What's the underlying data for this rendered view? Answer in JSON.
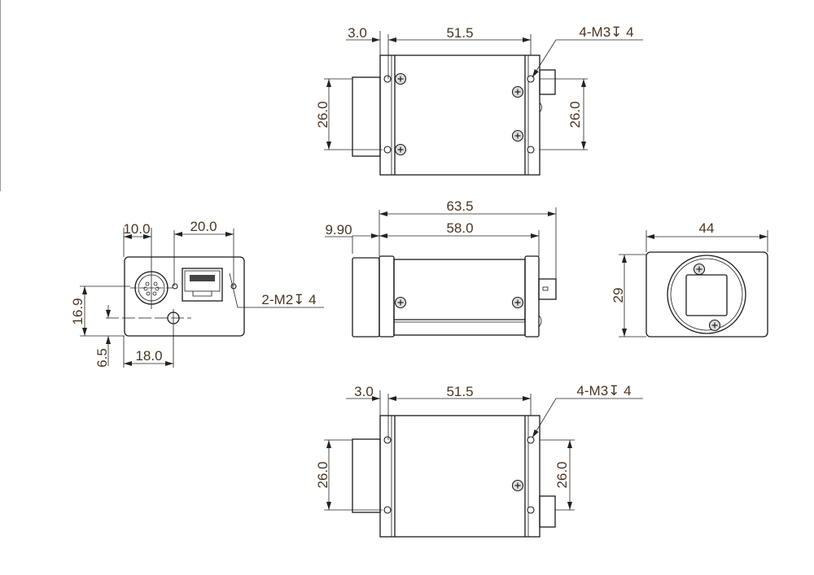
{
  "top_view": {
    "dim_flange": "3.0",
    "dim_length": "51.5",
    "dim_left_height": "26.0",
    "dim_right_height": "26.0",
    "callout": "4-M3↧ 4"
  },
  "side_view": {
    "dim_overall": "63.5",
    "dim_body": "58.0",
    "dim_lens": "9.90"
  },
  "front_view": {
    "dim_width": "44",
    "dim_height": "29"
  },
  "back_view": {
    "dim_connector": "10.0",
    "dim_holes": "20.0",
    "dim_height": "16.9",
    "dim_offset": "6.5",
    "dim_center": "18.0",
    "callout": "2-M2↧ 4"
  },
  "bottom_view": {
    "dim_flange": "3.0",
    "dim_length": "51.5",
    "dim_left_height": "26.0",
    "dim_right_height": "26.0",
    "callout": "4-M3↧ 4"
  }
}
